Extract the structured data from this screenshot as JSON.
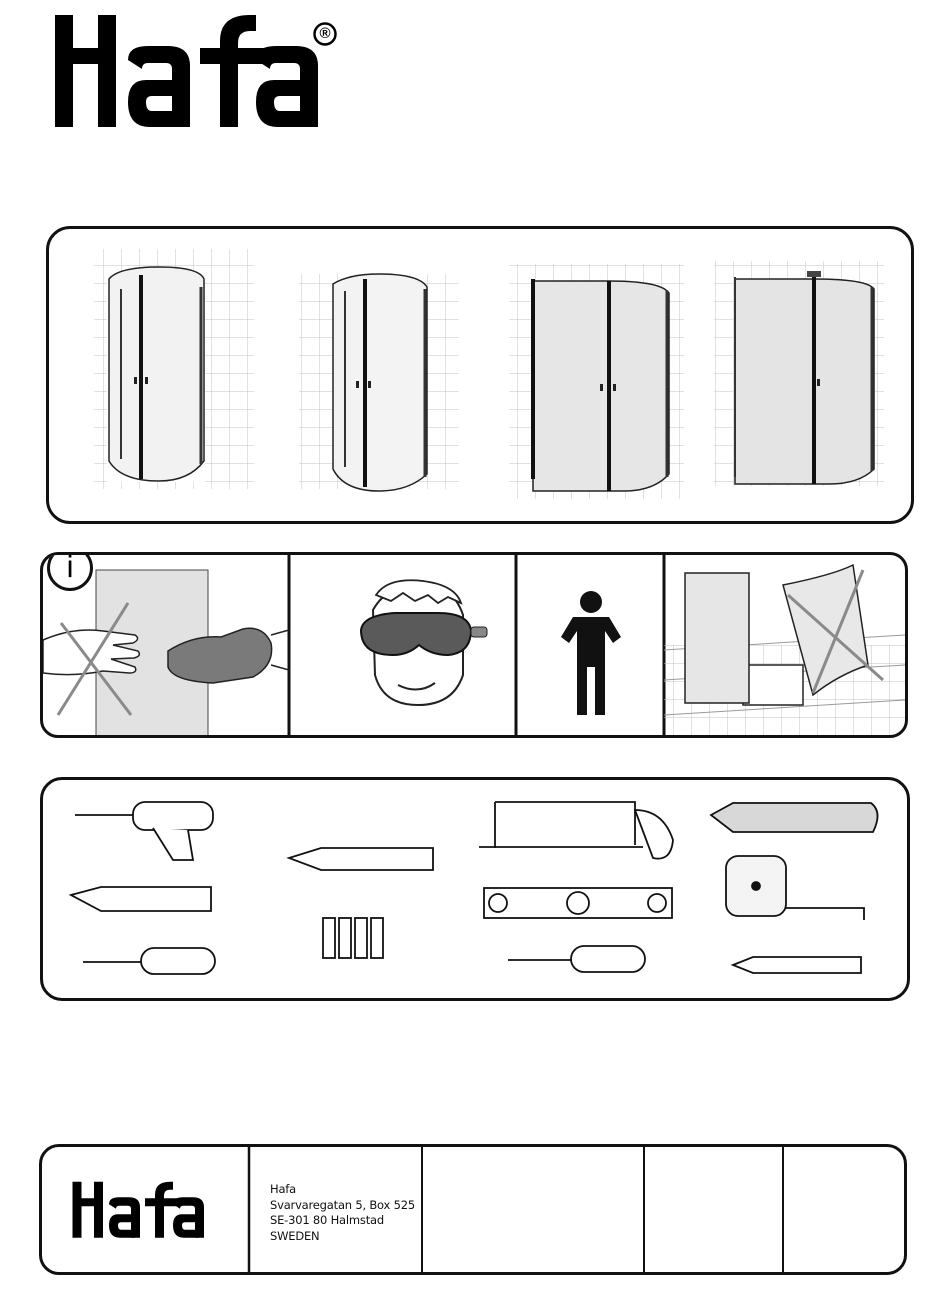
{
  "brand": {
    "logo_text": "Hafa",
    "registered_mark": "®"
  },
  "footer": {
    "address": {
      "company": "Hafa",
      "street": "Svarvaregatan 5, Box 525",
      "city": "SE-301 80 Halmstad",
      "country": "SWEDEN"
    }
  },
  "info_panel": {
    "info_symbol": "i"
  },
  "colors": {
    "line": "#111111",
    "glass": "#e4e4e4",
    "tile": "#bcbcbc"
  }
}
